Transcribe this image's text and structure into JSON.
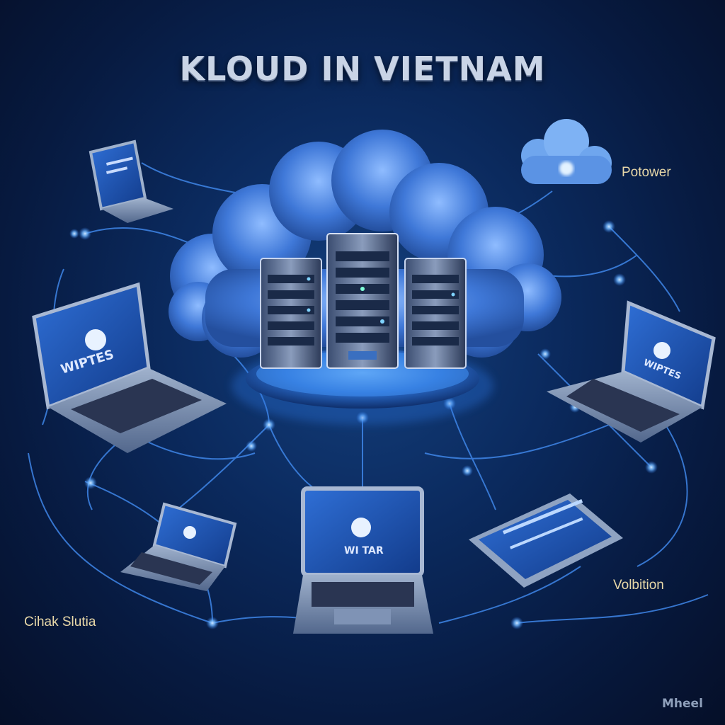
{
  "title": "KLOUD IN VIETNAM",
  "labels": {
    "top_right": "Potower",
    "bottom_right": "Volbition",
    "bottom_left": "Cihak Slutia",
    "watermark": "Mheel"
  },
  "screens": {
    "left_laptop": "WIPTES",
    "right_laptop": "WIPTES",
    "center_laptop": "WI TAR",
    "top_laptop": "",
    "small_laptop": ""
  },
  "colors": {
    "background": "#0b2a5e",
    "glow": "#5aa8ff",
    "cloud": "#4f86e0",
    "label": "#e8d8a8"
  }
}
